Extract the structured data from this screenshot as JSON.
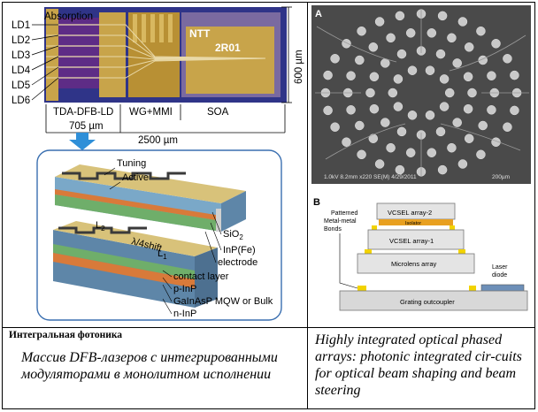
{
  "figure_left": {
    "chip": {
      "lane_labels": [
        "LD1",
        "LD2",
        "LD3",
        "LD4",
        "LD5",
        "LD6"
      ],
      "absorption_label": "Absorption",
      "logo": "NTT",
      "part_code": "2R01",
      "section_labels": [
        "TDA-DFB-LD",
        "705 µm",
        "WG+MMI",
        "SOA"
      ],
      "height_dim": "600 µm",
      "width_dim": "2500 µm"
    },
    "schematic": {
      "labels": {
        "tuning": "Tuning",
        "active": "Active",
        "l2": "L",
        "l2_sub": "2",
        "shift": "λ/4shift",
        "l1": "L",
        "l1_sub": "1",
        "sio2": "SiO",
        "sio2_sub": "2",
        "inp_fe": "InP(Fe)",
        "electrode": "electrode",
        "contact_layer": "contact layer",
        "p_inp": "p-InP",
        "mqw": "GaInAsP MQW or Bulk",
        "n_inp": "n-InP"
      }
    }
  },
  "figure_right": {
    "sem": {
      "panel_letter": "A",
      "footer_left": "1.0kV 8.2mm x220 SE(M) 4/29/2011",
      "footer_right": "200µm"
    },
    "stack": {
      "panel_letter": "B",
      "side_label_lines": [
        "Patterned",
        "Metal-metal",
        "Bonds"
      ],
      "vcsel2": "VCSEL array-2",
      "isolator": "Isolator",
      "vcsel1": "VCSEL array-1",
      "microlens": "Microlens array",
      "laser_diode_lines": [
        "Laser",
        "diode"
      ],
      "grating": "Grating outcoupler"
    }
  },
  "captions": {
    "left_title": "Интегральная фотоника",
    "left_body": "Массив DFB-лазеров с интегрированными модуляторами в монолитном исполнении",
    "right_body": "Highly integrated optical phased arrays: photonic integrated cir-cuits for optical beam shaping and beam steering"
  },
  "colors": {
    "chip_blue": "#3b3f98",
    "chip_gold": "#c8a44a",
    "arrow_blue": "#2f8fd8",
    "sem_bg": "#4a4a4a",
    "bond_yellow": "#f2d300",
    "isolator_orange": "#e8a020"
  }
}
